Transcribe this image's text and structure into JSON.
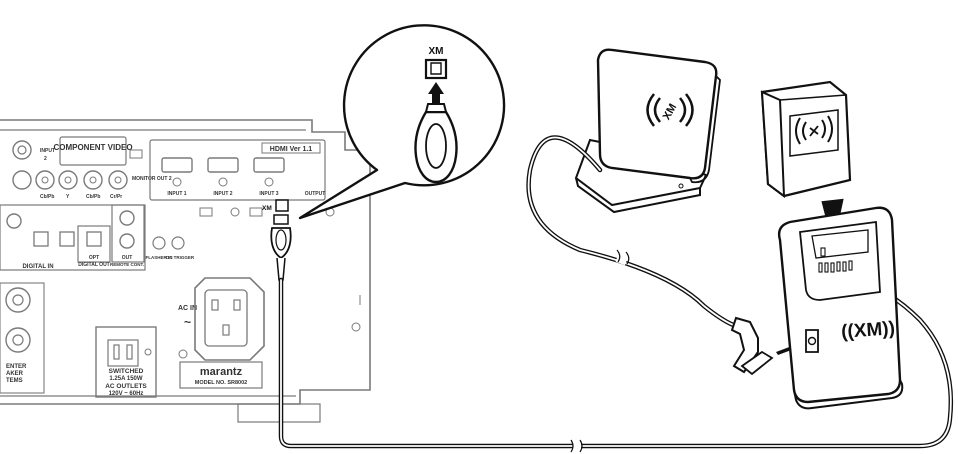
{
  "receiver": {
    "component_video_label": "COMPONENT VIDEO",
    "input_label": "INPUT",
    "input_num": "2",
    "monitor_out_label": "MONITOR OUT 2",
    "y_label": "Y",
    "cb_label": "Cb/Pb",
    "cr_label": "Cr/Pr",
    "hdmi_label": "HDMI Ver 1.1",
    "hdmi_input1": "INPUT 1",
    "hdmi_input2": "INPUT 2",
    "hdmi_input3": "INPUT 3",
    "hdmi_output": "OUTPUT",
    "xm_port_label": "XM",
    "digital_in_label": "DIGITAL IN",
    "opt_label": "OPT",
    "digital_out_label": "DIGITAL OUT",
    "coax_out_label": "OUT",
    "remote_label": "REMOTE CONT.",
    "flasher_label": "FLASHER IN",
    "dc_trigger_label": "DC TRIGGER",
    "ac_in_label": "AC IN",
    "ac_symbol": "~",
    "switched_label": "SWITCHED",
    "switched_rating": "1.25A 150W",
    "ac_outlets_label": "AC OUTLETS",
    "ac_outlets_rating": "120V ~ 60Hz",
    "brand": "marantz",
    "model_label": "MODEL NO. SR8002",
    "center_label": "ENTER",
    "speaker_label": "AKER",
    "systems_label": "TEMS"
  },
  "callout": {
    "xm_label": "XM"
  },
  "module": {
    "xm_logo": "((XM))",
    "antenna_logo": "XM"
  }
}
